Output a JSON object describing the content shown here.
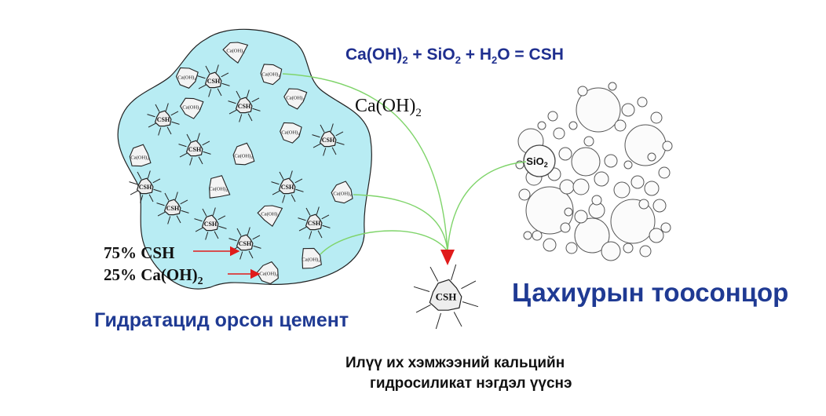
{
  "equation": {
    "p1": "Ca(OH)",
    "s1": "2",
    "p2": " + SiO",
    "s2": "2",
    "p3": " + H",
    "s3": "2",
    "p4": "O = CSH"
  },
  "arrow_label": {
    "main": "Ca(OH)",
    "sub": "2"
  },
  "legend": {
    "csh_line": "75% CSH",
    "caoh_main": "25% Ca(OH)",
    "caoh_sub": "2"
  },
  "particle_labels": {
    "csh": "CSH",
    "caoh": "Ca(OH)",
    "caoh_sub": "2",
    "sio": "SiO",
    "sio_sub": "2"
  },
  "captions": {
    "left": "Гидратацид орсон цемент",
    "right": "Цахиурын тоосонцор",
    "footer_line1": "Илүү их хэмжээний кальцийн",
    "footer_line2": "гидросиликат нэгдэл үүснэ"
  },
  "colors": {
    "cement_fill": "#b8ecf3",
    "arrow_green": "#7fd46a",
    "arrow_head": "#e01b1b",
    "legend_arrow": "#e01b1b",
    "caption_blue": "#1f3a93",
    "equation_blue": "#1f2f8f"
  }
}
